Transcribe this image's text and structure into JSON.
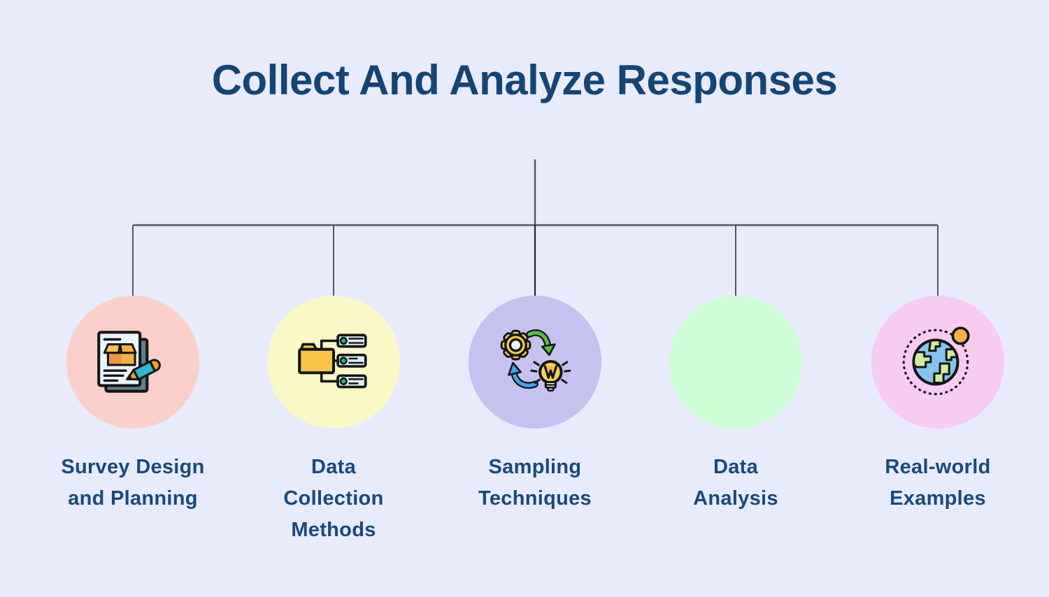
{
  "title": "Collect And Analyze Responses",
  "colors": {
    "background": "#E8EBFB",
    "title_text": "#134577",
    "label_text": "#174A7C",
    "connector_line": "#55555E"
  },
  "nodes": [
    {
      "label": "Survey Design and Planning",
      "lines": [
        "Survey Design",
        "and Planning"
      ],
      "circle_color": "#FBD0CA",
      "icon": "survey-document-pencil-icon"
    },
    {
      "label": "Data Collection Methods",
      "lines": [
        "Data",
        "Collection",
        "Methods"
      ],
      "circle_color": "#FAF8C7",
      "icon": "folder-database-network-icon"
    },
    {
      "label": "Sampling Techniques",
      "lines": [
        "Sampling",
        "Techniques"
      ],
      "circle_color": "#C5C2F0",
      "icon": "gear-lightbulb-cycle-icon"
    },
    {
      "label": "Data Analysis",
      "lines": [
        "Data",
        "Analysis"
      ],
      "circle_color": "#CCFDD4",
      "icon": "none"
    },
    {
      "label": "Real-world Examples",
      "lines": [
        "Real-world",
        "Examples"
      ],
      "circle_color": "#F8CBF1",
      "icon": "globe-orbit-icon"
    }
  ]
}
